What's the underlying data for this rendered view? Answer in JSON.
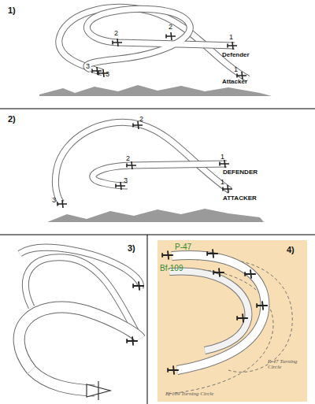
{
  "diagram": {
    "labels": [
      "1)",
      "2",
      "2",
      "1",
      "Defender",
      "1",
      "Attacker",
      "3",
      "3",
      "2)",
      "2",
      "2",
      "1",
      "DEFENDER",
      "1",
      "3",
      "3",
      "ATTACKER",
      "3)",
      "4)",
      "P-47",
      "Bf-109",
      "Bf 109 Turning Circle",
      "P-47 Turning Circle"
    ]
  }
}
